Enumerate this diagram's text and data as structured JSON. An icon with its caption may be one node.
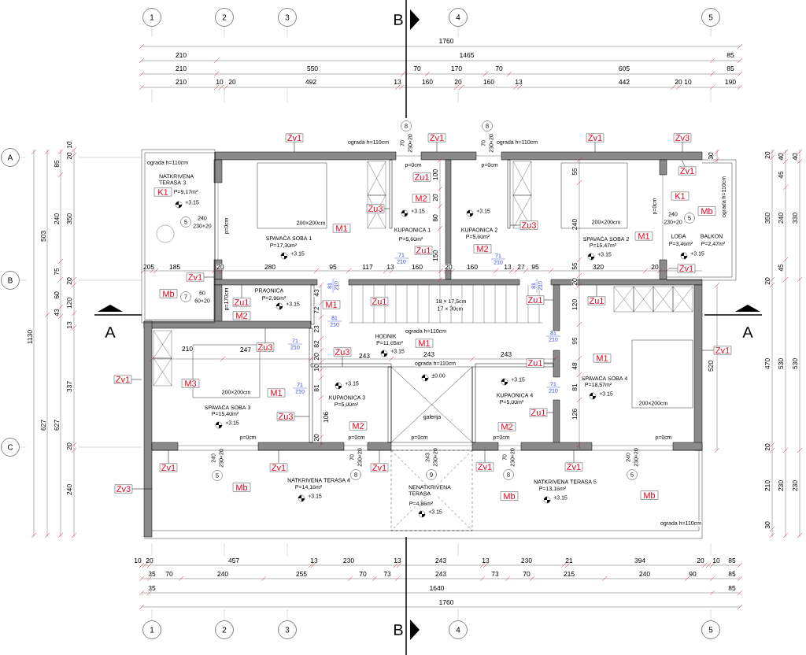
{
  "diagram": {
    "nodes": [
      {
        "text": [
          "1"
        ]
      },
      {
        "text": [
          "2"
        ]
      },
      {
        "text": [
          "3"
        ]
      },
      {
        "text": [
          "4"
        ]
      },
      {
        "text": [
          "5"
        ]
      },
      {
        "text": [
          "1"
        ]
      },
      {
        "text": [
          "2"
        ]
      },
      {
        "text": [
          "3"
        ]
      },
      {
        "text": [
          "4"
        ]
      },
      {
        "text": [
          "5"
        ]
      },
      {
        "text": [
          "A"
        ]
      },
      {
        "text": [
          "B"
        ]
      },
      {
        "text": [
          "C"
        ]
      },
      {
        "text": [
          "5"
        ],
        "beside": [
          "240",
          "230+20"
        ]
      },
      {
        "text": [
          "7"
        ],
        "beside": [
          "60",
          "60+20"
        ]
      },
      {
        "text": [
          "8"
        ],
        "beside": [
          "70",
          "230+20"
        ]
      },
      {
        "text": [
          "8"
        ],
        "beside": [
          "70",
          "230+20"
        ]
      },
      {
        "text": [
          "5"
        ],
        "beside": [
          "240",
          "230+20"
        ]
      },
      {
        "text": [
          "5"
        ],
        "beside": [
          "240",
          "230+20"
        ]
      },
      {
        "text": [
          "8"
        ],
        "beside": [
          "70",
          "230+20"
        ]
      },
      {
        "text": [
          "9"
        ],
        "beside": [
          "243",
          "230+20"
        ]
      },
      {
        "text": [
          "8"
        ],
        "beside": [
          "70",
          "230+20"
        ]
      },
      {
        "text": [
          "5"
        ],
        "beside": [
          "240",
          "230+20"
        ]
      },
      {
        "text": [
          "Zv1"
        ]
      },
      {
        "text": [
          "Zv1"
        ]
      },
      {
        "text": [
          "Zv1"
        ]
      },
      {
        "text": [
          "Zv3"
        ]
      },
      {
        "text": [
          "Zu1"
        ]
      },
      {
        "text": [
          "Zv1"
        ]
      },
      {
        "text": [
          "K1"
        ]
      },
      {
        "text": [
          "K1"
        ]
      },
      {
        "text": [
          "M2"
        ]
      },
      {
        "text": [
          "Zu3"
        ]
      },
      {
        "text": [
          "Mb"
        ]
      },
      {
        "text": [
          "Zu3"
        ]
      },
      {
        "text": [
          "M1"
        ]
      },
      {
        "text": [
          "M1"
        ]
      },
      {
        "text": [
          "Zu1"
        ]
      },
      {
        "text": [
          "M2"
        ]
      },
      {
        "text": [
          "Zv1"
        ]
      },
      {
        "text": [
          "Zv1"
        ]
      },
      {
        "text": [
          "Mb"
        ]
      },
      {
        "text": [
          "Zu1"
        ]
      },
      {
        "text": [
          "Zu1"
        ]
      },
      {
        "text": [
          "Zu1"
        ]
      },
      {
        "text": [
          "Zu1"
        ]
      },
      {
        "text": [
          "M1"
        ]
      },
      {
        "text": [
          "M2"
        ]
      },
      {
        "text": [
          "M1"
        ]
      },
      {
        "text": [
          "Zu3"
        ]
      },
      {
        "text": [
          "Zu3"
        ]
      },
      {
        "text": [
          "Zv1"
        ]
      },
      {
        "text": [
          "M1"
        ]
      },
      {
        "text": [
          "Zu1"
        ]
      },
      {
        "text": [
          "Zv1"
        ]
      },
      {
        "text": [
          "M3"
        ]
      },
      {
        "text": [
          "M1"
        ]
      },
      {
        "text": [
          "Zu1"
        ]
      },
      {
        "text": [
          "Zu3"
        ]
      },
      {
        "text": [
          "M2"
        ]
      },
      {
        "text": [
          "M2"
        ]
      },
      {
        "text": [
          "Zv1"
        ]
      },
      {
        "text": [
          "Zv1"
        ]
      },
      {
        "text": [
          "Zv1"
        ]
      },
      {
        "text": [
          "Zv1"
        ]
      },
      {
        "text": [
          "Zv1"
        ]
      },
      {
        "text": [
          "Zv3"
        ]
      },
      {
        "text": [
          "Mb"
        ]
      },
      {
        "text": [
          "Mb"
        ]
      },
      {
        "text": [
          "Mb"
        ]
      }
    ],
    "edges": [
      {
        "from": 23,
        "to": null,
        "arrow": "none"
      },
      {
        "from": 24,
        "to": null,
        "arrow": "none"
      },
      {
        "from": 25,
        "to": null,
        "arrow": "none"
      },
      {
        "from": 26,
        "to": null,
        "arrow": "none"
      },
      {
        "from": 28,
        "to": null,
        "arrow": "none"
      },
      {
        "from": 32,
        "to": null,
        "arrow": "none"
      },
      {
        "from": 34,
        "to": null,
        "arrow": "none"
      },
      {
        "from": 39,
        "to": null,
        "arrow": "none"
      },
      {
        "from": 40,
        "to": null,
        "arrow": "none"
      },
      {
        "from": 42,
        "to": null,
        "arrow": "none"
      },
      {
        "from": 44,
        "to": null,
        "arrow": "none"
      },
      {
        "from": 45,
        "to": null,
        "arrow": "none"
      },
      {
        "from": 49,
        "to": null,
        "arrow": "none"
      },
      {
        "from": 50,
        "to": null,
        "arrow": "none"
      },
      {
        "from": 51,
        "to": null,
        "arrow": "none"
      },
      {
        "from": 53,
        "to": null,
        "arrow": "none"
      },
      {
        "from": 54,
        "to": null,
        "arrow": "none"
      },
      {
        "from": 57,
        "to": null,
        "arrow": "none"
      },
      {
        "from": 58,
        "to": null,
        "arrow": "none"
      },
      {
        "from": 61,
        "to": null,
        "arrow": "none"
      },
      {
        "from": 62,
        "to": null,
        "arrow": "none"
      },
      {
        "from": 63,
        "to": null,
        "arrow": "none"
      },
      {
        "from": 64,
        "to": null,
        "arrow": "none"
      },
      {
        "from": 65,
        "to": null,
        "arrow": "none"
      },
      {
        "from": 66,
        "to": null,
        "arrow": "none"
      }
    ],
    "labels": [
      "B",
      "B",
      "A",
      "A",
      "1760",
      "210",
      "1465",
      "85",
      "210",
      "550",
      "70",
      "170",
      "70",
      "605",
      "85",
      "210",
      "10",
      "20",
      "492",
      "13",
      "160",
      "20",
      "160",
      "13",
      "442",
      "20",
      "10",
      "190",
      "10",
      "20",
      "457",
      "13",
      "230",
      "13",
      "243",
      "13",
      "230",
      "21",
      "394",
      "20",
      "10",
      "85",
      "35",
      "70",
      "240",
      "255",
      "70",
      "73",
      "243",
      "73",
      "70",
      "215",
      "240",
      "90",
      "85",
      "35",
      "1640",
      "85",
      "1760",
      "1130",
      "503",
      "627",
      "85",
      "240",
      "75",
      "60",
      "43",
      "627",
      "10",
      "20",
      "350",
      "20",
      "120",
      "13",
      "337",
      "20",
      "240",
      "20",
      "350",
      "20",
      "470",
      "20",
      "210",
      "30",
      "40",
      "45",
      "240",
      "45",
      "530",
      "230",
      "40",
      "330",
      "530",
      "230",
      "30",
      "520",
      "205",
      "185",
      "20",
      "280",
      "95",
      "117",
      "13",
      "160",
      "20",
      "160",
      "13",
      "27",
      "95",
      "320",
      "20",
      "210",
      "247",
      "243",
      "243",
      "243",
      "43",
      "72",
      "23",
      "82",
      "20",
      "10",
      "81",
      "106",
      "20",
      "100",
      "20",
      "80",
      "150",
      "55",
      "240",
      "55",
      "20",
      "120",
      "95",
      "48",
      "81",
      "126",
      "ograda h=110cm",
      "ograda h=110cm",
      "ograda h=110cm",
      "ograda h=110cm",
      "ograda h=110cm",
      "ograda h=110cm",
      "ograda h=110cm",
      "NATKRIVENA TERASA 3",
      "P=9,17m²",
      "SPAVAĆA SOBA 1",
      "P=17,30m²",
      "200×200cm",
      "KUPAONICA 1",
      "P=5,60m²",
      "KUPAONICA 2",
      "P=5,60m²",
      "200×200cm",
      "SPAVAĆA SOBA 2",
      "P=15,47m²",
      "LOĐA",
      "P=3,46m²",
      "BALKON",
      "P=2,47m²",
      "p=0cm",
      "p=0cm",
      "p=0cm",
      "p=0cm",
      "p=170cm",
      "PRAONICA",
      "P=2,96m²",
      "18 × 17,5cm",
      "17 × 30cm",
      "HODNIK",
      "P=11,65m²",
      "200×200cm",
      "SPAVAĆA SOBA 3",
      "P=15,40m²",
      "KUPAONICA 3",
      "P=5,00m²",
      "KUPAONICA 4",
      "P=5,00m²",
      "SPAVAĆA SOBA 4",
      "P=18,57m²",
      "200×200cm",
      "galerija",
      "p=0cm",
      "p=0cm",
      "p=0cm",
      "p=0cm",
      "p=0cm",
      "NATKRIVENA TERASA 4",
      "P=14,16m²",
      "NENATKRIVENA TERASA",
      "P=4,86m²",
      "NATKRIVENA TERASA 5",
      "P=13,16m²",
      "±0.00",
      "+3.15",
      "+3.15",
      "+3.15",
      "+3.15",
      "+3.15",
      "+3.15",
      "+3.15",
      "+3.15",
      "+3.15",
      "+3.15",
      "+3.15",
      "+3.15",
      "+3.15",
      "+3.15",
      "+3.15",
      "71",
      "210",
      "71",
      "210",
      "81",
      "210",
      "81",
      "210",
      "81",
      "210",
      "71",
      "210",
      "71",
      "210",
      "81",
      "210",
      "71",
      "210"
    ]
  }
}
